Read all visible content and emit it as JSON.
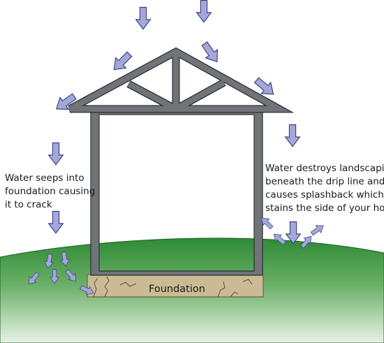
{
  "annotations": {
    "seepage": [
      "Water seeps into",
      "foundation causing",
      "it to crack"
    ],
    "splashback": [
      "Water destroys landscaping",
      "beneath the drip line and",
      "causes splashback which",
      "stains the side of your home"
    ]
  },
  "foundation_label": "Foundation",
  "icons": [
    "rain-arrow-icon",
    "splash-arrow-icon",
    "crack-line-icon"
  ],
  "colors": {
    "ground": "#2f8a36",
    "ground_light": "#d9ecd6",
    "frame": "#707478",
    "frame_edge": "#2c2e30",
    "arrow_fill": "#a4a8d6",
    "arrow_edge": "#3b3f8c",
    "foundation": "#cbbb95",
    "foundation_edge": "#7c6f50"
  }
}
